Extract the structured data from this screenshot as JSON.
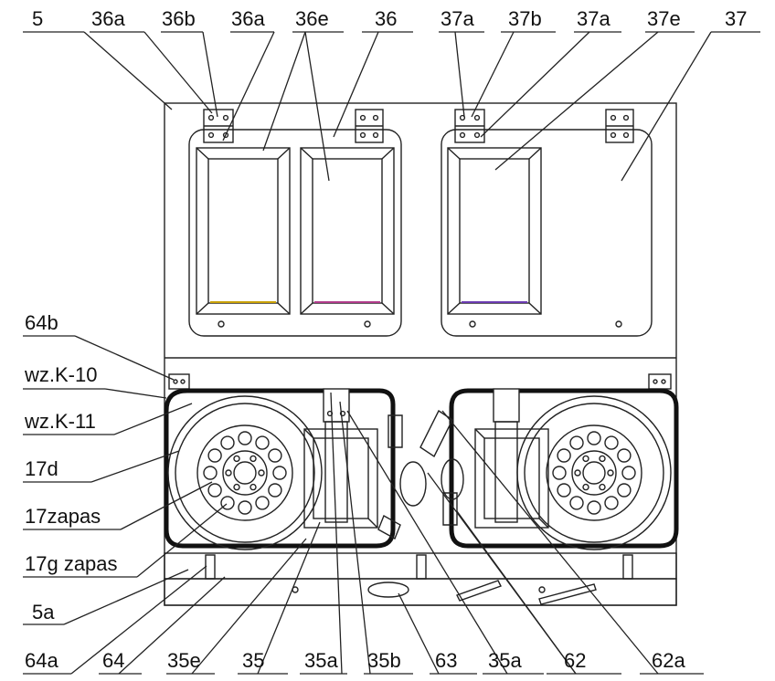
{
  "labels": {
    "top": [
      "5",
      "36a",
      "36b",
      "36a",
      "36e",
      "36",
      "37a",
      "37b",
      "37a",
      "37e",
      "37"
    ],
    "left": [
      "64b",
      "wz.K-10",
      "wz.K-11",
      "17d",
      "17zapas",
      "17g zapas",
      "5a"
    ],
    "bottom": [
      "64a",
      "64",
      "35e",
      "35",
      "35a",
      "35b",
      "63",
      "35a",
      "62",
      "62a"
    ]
  }
}
